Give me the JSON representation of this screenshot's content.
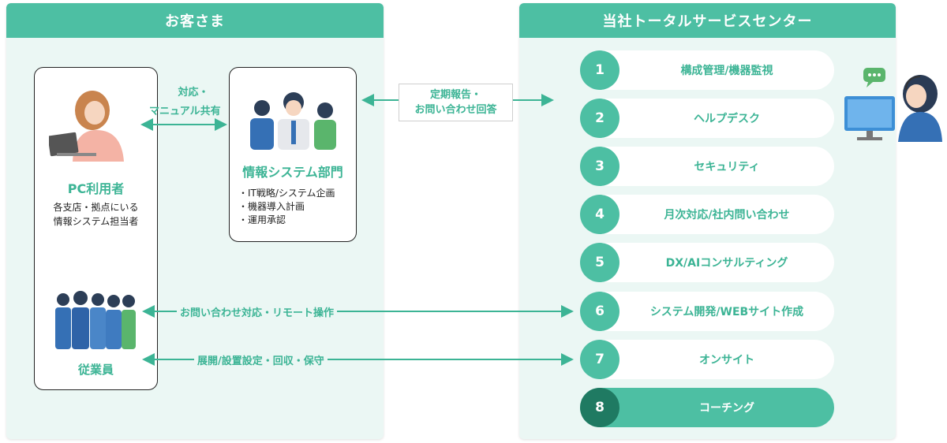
{
  "left_panel": {
    "title": "お客さま"
  },
  "right_panel": {
    "title": "当社トータルサービスセンター"
  },
  "pc_user": {
    "title": "PC利用者",
    "desc": [
      "各支店・拠点にいる",
      "情報システム担当者"
    ]
  },
  "it_dept": {
    "title": "情報システム部門",
    "items": [
      "・IT戦略/システム企画",
      "・機器導入計画",
      "・運用承認"
    ]
  },
  "employees": {
    "title": "従業員"
  },
  "arrows": {
    "manual": [
      "対応・",
      "マニュアル共有"
    ],
    "report": [
      "定期報告・",
      "お問い合わせ回答"
    ],
    "remote": "お問い合わせ対応・リモート操作",
    "deploy": "展開/設置設定・回収・保守"
  },
  "services": [
    {
      "num": "1",
      "label": "構成管理/機器監視"
    },
    {
      "num": "2",
      "label": "ヘルプデスク"
    },
    {
      "num": "3",
      "label": "セキュリティ"
    },
    {
      "num": "4",
      "label": "月次対応/社内問い合わせ"
    },
    {
      "num": "5",
      "label": "DX/AIコンサルティング"
    },
    {
      "num": "6",
      "label": "システム開発/WEBサイト作成"
    },
    {
      "num": "7",
      "label": "オンサイト"
    },
    {
      "num": "8",
      "label": "コーチング"
    }
  ],
  "colors": {
    "accent": "#4dbfa3",
    "accent_dark": "#1f7a62",
    "panel_bg": "#ebf7f4"
  }
}
